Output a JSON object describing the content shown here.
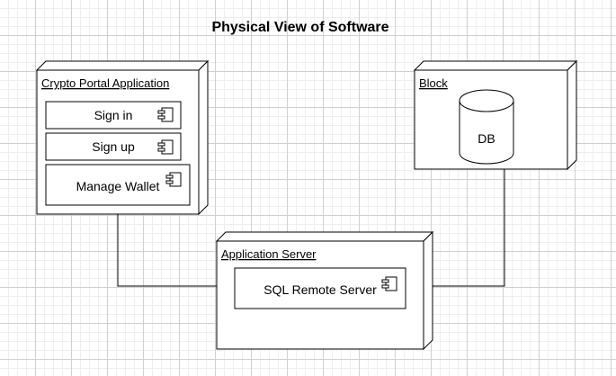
{
  "title": "Physical View of Software",
  "nodes": {
    "crypto_portal": {
      "label": "Crypto Portal Application",
      "components": [
        "Sign in",
        "Sign up",
        "Manage Wallet"
      ]
    },
    "block": {
      "label": "Block",
      "database": "DB"
    },
    "app_server": {
      "label": "Application Server",
      "components": [
        "SQL Remote Server"
      ]
    }
  },
  "connections": [
    {
      "from": "Crypto Portal Application",
      "to": "Application Server"
    },
    {
      "from": "Block",
      "to": "Application Server"
    }
  ]
}
